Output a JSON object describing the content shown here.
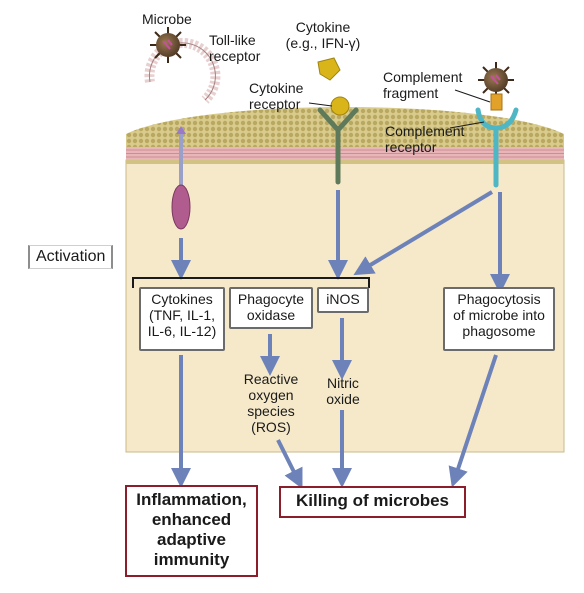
{
  "labels": {
    "microbe": "Microbe",
    "toll_like_receptor": "Toll-like\nreceptor",
    "cytokine": "Cytokine\n(e.g., IFN-γ)",
    "cytokine_receptor": "Cytokine\nreceptor",
    "complement_fragment": "Complement\nfragment",
    "complement_receptor": "Complement\nreceptor",
    "activation": "Activation"
  },
  "boxes": {
    "cytokines": "Cytokines\n(TNF, IL-1,\nIL-6, IL-12)",
    "phagocyte_oxidase": "Phagocyte\noxidase",
    "inos": "iNOS",
    "phagocytosis": "Phagocytosis\nof microbe into\nphagosome"
  },
  "products": {
    "ros": "Reactive\noxygen\nspecies\n(ROS)",
    "nitric_oxide": "Nitric\noxide"
  },
  "outcomes": {
    "inflammation": "Inflammation,\nenhanced\nadaptive\nimmunity",
    "killing": "Killing of microbes"
  },
  "colors": {
    "cell_fill": "#f6e9c9",
    "membrane_head": "#cfc07a",
    "membrane_pink": "#e8b6b8",
    "arrow": "#6d82b8",
    "outcome_border": "#8b1e2a",
    "receptor_green": "#5f7a5a",
    "receptor_teal": "#4fb6c4",
    "adaptor_purple": "#b05c8e"
  }
}
